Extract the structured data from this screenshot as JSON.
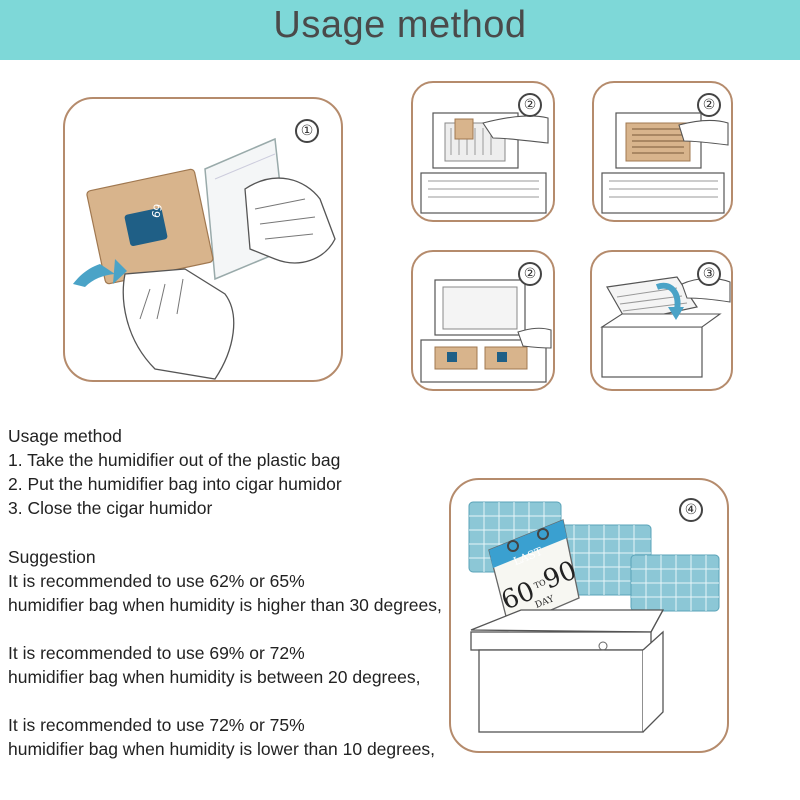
{
  "header": {
    "title": "Usage method"
  },
  "panels": {
    "p1": {
      "step": "①"
    },
    "p2a": {
      "step": "②"
    },
    "p2b": {
      "step": "②"
    },
    "p2c": {
      "step": "②"
    },
    "p3": {
      "step": "③"
    },
    "p4": {
      "step": "④",
      "calendar": {
        "top": "LAST",
        "left": "60",
        "mid": "TO",
        "right": "90",
        "bottom": "DAY"
      }
    }
  },
  "packet": {
    "label": "69"
  },
  "instructions": {
    "heading": "Usage method",
    "steps": [
      "1.  Take the humidifier out of the plastic bag",
      "2. Put the humidifier bag into cigar humidor",
      "3. Close the cigar humidor"
    ]
  },
  "suggestion": {
    "heading": "Suggestion",
    "lines": [
      "It is recommended to use 62% or 65%",
      "humidifier bag when humidity is higher than 30 degrees,",
      "It is recommended to use 69% or 72%",
      "humidifier bag when humidity is between 20 degrees,",
      "It is recommended to use 72% or 75%",
      "humidifier bag when humidity is lower than 10 degrees,"
    ]
  },
  "colors": {
    "banner": "#7ed8d8",
    "border": "#b58b6c",
    "accent": "#4aa3c7",
    "packet": "#d8b48c"
  }
}
